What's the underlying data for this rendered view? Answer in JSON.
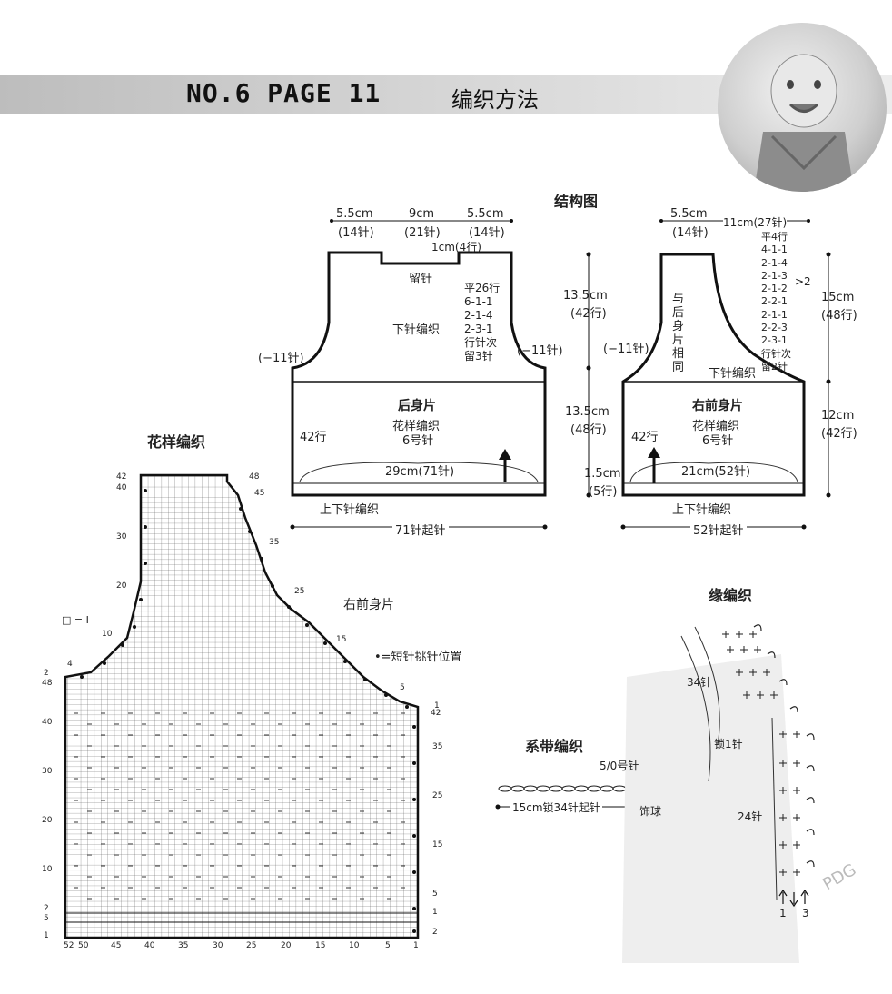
{
  "header": {
    "page_label": "NO.6 PAGE 11",
    "heading": "编织方法"
  },
  "structure": {
    "title": "结构图",
    "back": {
      "top_left_width": "5.5cm",
      "top_left_stitches": "(14针)",
      "top_mid_width": "9cm",
      "top_mid_stitches": "(21针)",
      "top_right_width": "5.5cm",
      "top_right_stitches": "(14针)",
      "neck_drop": "1cm(4行)",
      "neck_note": "留针",
      "armhole_rows": [
        "平26行",
        "6-1-1",
        "2-1-4",
        "2-3-1",
        "行针次",
        "留3针"
      ],
      "upper_pattern": "下针编织",
      "left_dec": "(−11针)",
      "right_dec": "(−11针)",
      "upper_height": "13.5cm",
      "upper_rows": "(42行)",
      "piece_name": "后身片",
      "pattern": "花样编织",
      "needle": "6号针",
      "side_rows": "42行",
      "width": "29cm(71针)",
      "hem": "上下针编织",
      "cast_on": "71针起针"
    },
    "shared": {
      "mid_height": "13.5cm",
      "mid_rows": "(48行)",
      "hem_height": "1.5cm",
      "hem_rows": "(5行)"
    },
    "front": {
      "top_left_width": "5.5cm",
      "top_left_stitches": "(14针)",
      "top_right": "11cm(27针)",
      "neck_rows": [
        "平4行",
        "4-1-1",
        "2-1-4",
        "2-1-3",
        "2-1-2",
        "2-2-1",
        "2-1-1",
        "2-2-3",
        "2-3-1",
        "行针次",
        "留2针"
      ],
      "neck_mark": ">2",
      "same_as_back": "与后身片相同",
      "left_dec": "(−11针)",
      "upper_pattern": "下针编织",
      "piece_name": "右前身片",
      "pattern": "花样编织",
      "needle": "6号针",
      "side_rows": "42行",
      "width": "21cm(52针)",
      "hem": "上下针编织",
      "cast_on": "52针起针",
      "right_height_upper": "15cm",
      "right_rows_upper": "(48行)",
      "right_height_lower": "12cm",
      "right_rows_lower": "(42行)"
    }
  },
  "chart": {
    "title": "花样编织",
    "piece": "右前身片",
    "legend_symbol": "□ = I",
    "legend_note": "•=短针挑针位置",
    "left_rows_upper": [
      "42",
      "40",
      "30",
      "20",
      "10",
      "4",
      "2",
      "48"
    ],
    "left_rows_lower": [
      "40",
      "30",
      "20",
      "10",
      "2",
      "5",
      "1"
    ],
    "top_right_rows": [
      "48",
      "45",
      "35",
      "25",
      "15",
      "5",
      "1",
      "42"
    ],
    "right_rows_lower": [
      "35",
      "25",
      "15",
      "5",
      "1",
      "2"
    ],
    "bottom_cols": [
      "52",
      "50",
      "45",
      "40",
      "35",
      "30",
      "25",
      "20",
      "15",
      "10",
      "5",
      "1"
    ]
  },
  "tie": {
    "title": "系带编织",
    "hook": "5/0号针",
    "chain": "15cm锁34针起针",
    "pompom": "饰球"
  },
  "edging": {
    "title": "缘编织",
    "count_top": "34针",
    "chain": "锁1针",
    "count_bottom": "24针",
    "arrow_left": "1",
    "arrow_right": "3"
  },
  "watermark": "PDG"
}
